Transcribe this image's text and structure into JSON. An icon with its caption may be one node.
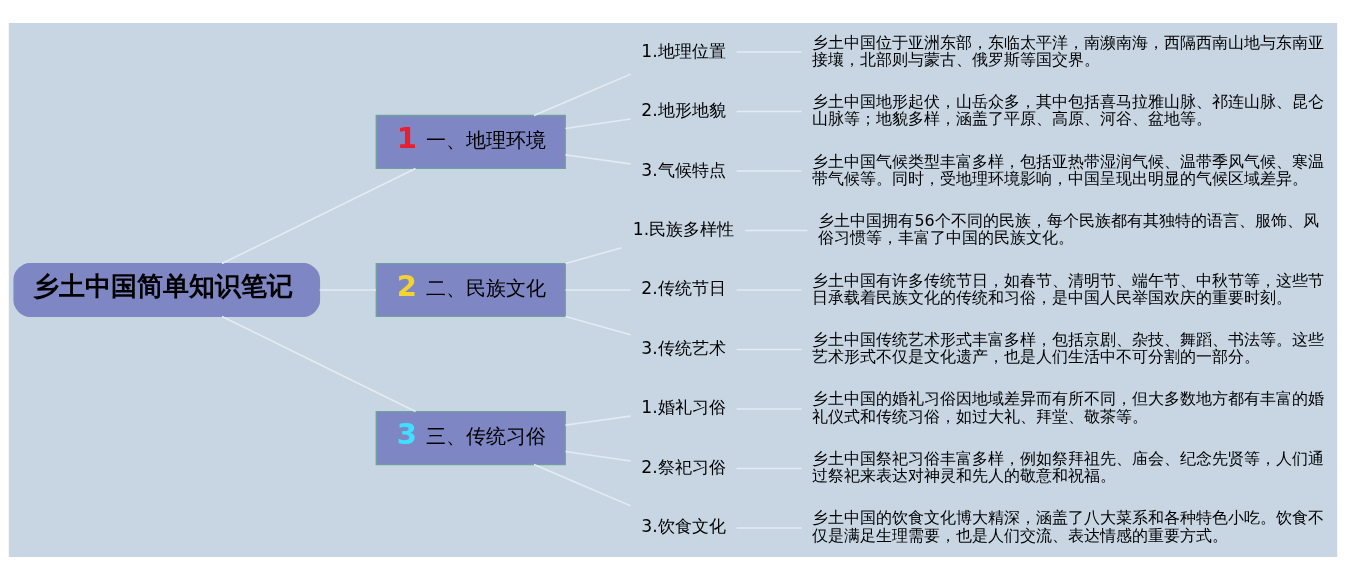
{
  "diagram": {
    "nodes": [
      {
        "text": [
          "乡土中国简单知识笔记"
        ]
      },
      {
        "text": [
          "1",
          "一、地理环境"
        ]
      },
      {
        "text": [
          "1.地理位置"
        ]
      },
      {
        "text": [
          "乡土中国位于亚洲东部，东临太平洋，南濒南海，西隔西南山地与东南亚接壤，北部则与蒙古、俄罗斯等国交界。"
        ]
      },
      {
        "text": [
          "2.地形地貌"
        ]
      },
      {
        "text": [
          "乡土中国地形起伏，山岳众多，其中包括喜马拉雅山脉、祁连山脉、昆仑山脉等；地貌多样，涵盖了平原、高原、河谷、盆地等。"
        ]
      },
      {
        "text": [
          "3.气候特点"
        ]
      },
      {
        "text": [
          "乡土中国气候类型丰富多样，包括亚热带湿润气候、温带季风气候、寒温带气候等。同时，受地理环境影响，中国呈现出明显的气候区域差异。"
        ]
      },
      {
        "text": [
          "2",
          "二、民族文化"
        ]
      },
      {
        "text": [
          "1.民族多样性"
        ]
      },
      {
        "text": [
          "乡土中国拥有56个不同的民族，每个民族都有其独特的语言、服饰、风俗习惯等，丰富了中国的民族文化。"
        ]
      },
      {
        "text": [
          "2.传统节日"
        ]
      },
      {
        "text": [
          "乡土中国有许多传统节日，如春节、清明节、端午节、中秋节等，这些节日承载着民族文化的传统和习俗，是中国人民举国欢庆的重要时刻。"
        ]
      },
      {
        "text": [
          "3.传统艺术"
        ]
      },
      {
        "text": [
          "乡土中国传统艺术形式丰富多样，包括京剧、杂技、舞蹈、书法等。这些艺术形式不仅是文化遗产，也是人们生活中不可分割的一部分。"
        ]
      },
      {
        "text": [
          "3",
          "三、传统习俗"
        ]
      },
      {
        "text": [
          "1.婚礼习俗"
        ]
      },
      {
        "text": [
          "乡土中国的婚礼习俗因地域差异而有所不同，但大多数地方都有丰富的婚礼仪式和传统习俗，如过大礼、拜堂、敬茶等。"
        ]
      },
      {
        "text": [
          "2.祭祀习俗"
        ]
      },
      {
        "text": [
          "乡土中国祭祀习俗丰富多样，例如祭拜祖先、庙会、纪念先贤等，人们通过祭祀来表达对神灵和先人的敬意和祝福。"
        ]
      },
      {
        "text": [
          "3.饮食文化"
        ]
      },
      {
        "text": [
          "乡土中国的饮食文化博大精深，涵盖了八大菜系和各种特色小吃。饮食不仅是满足生理需要，也是人们交流、表达情感的重要方式。"
        ]
      }
    ],
    "edges": [
      {
        "from": 0,
        "to": 1,
        "arrow": "none"
      },
      {
        "from": 1,
        "to": 2,
        "arrow": "none"
      },
      {
        "from": 2,
        "to": 3,
        "arrow": "none"
      },
      {
        "from": 1,
        "to": 4,
        "arrow": "none"
      },
      {
        "from": 4,
        "to": 5,
        "arrow": "none"
      },
      {
        "from": 1,
        "to": 6,
        "arrow": "none"
      },
      {
        "from": 6,
        "to": 7,
        "arrow": "none"
      },
      {
        "from": 0,
        "to": 8,
        "arrow": "none"
      },
      {
        "from": 8,
        "to": 9,
        "arrow": "none"
      },
      {
        "from": 9,
        "to": 10,
        "arrow": "none"
      },
      {
        "from": 8,
        "to": 11,
        "arrow": "none"
      },
      {
        "from": 11,
        "to": 12,
        "arrow": "none"
      },
      {
        "from": 8,
        "to": 13,
        "arrow": "none"
      },
      {
        "from": 13,
        "to": 14,
        "arrow": "none"
      },
      {
        "from": 0,
        "to": 15,
        "arrow": "none"
      },
      {
        "from": 15,
        "to": 16,
        "arrow": "none"
      },
      {
        "from": 16,
        "to": 17,
        "arrow": "none"
      },
      {
        "from": 15,
        "to": 18,
        "arrow": "none"
      },
      {
        "from": 18,
        "to": 19,
        "arrow": "none"
      },
      {
        "from": 15,
        "to": 20,
        "arrow": "none"
      },
      {
        "from": 20,
        "to": 21,
        "arrow": "none"
      }
    ]
  }
}
